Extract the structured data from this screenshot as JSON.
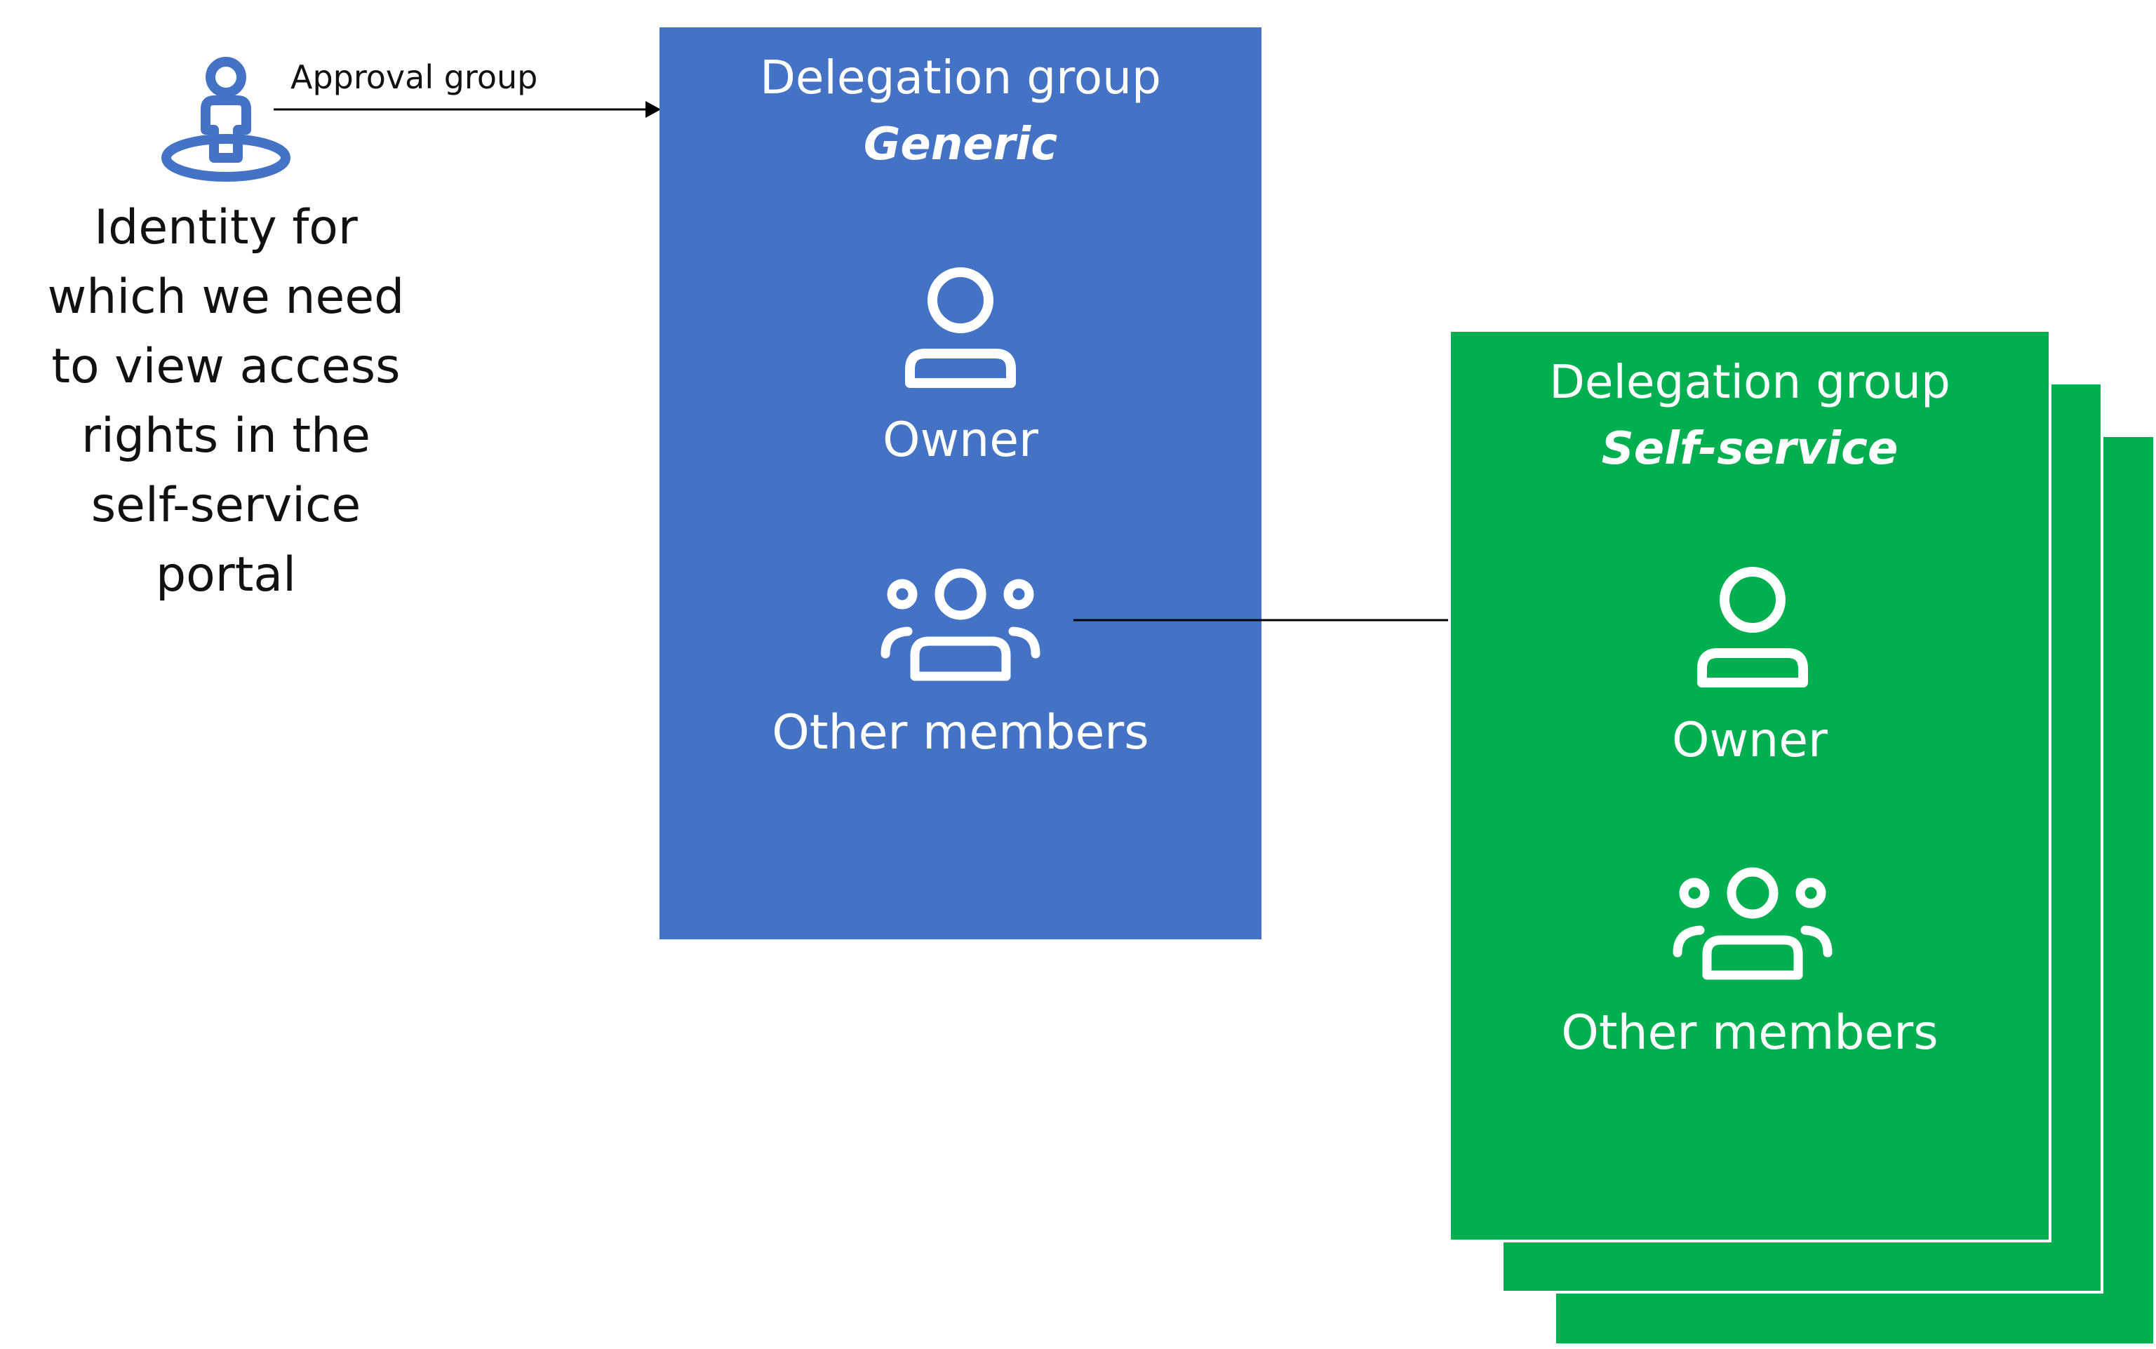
{
  "identity": {
    "icon": "person-location-icon",
    "text": "Identity for\nwhich we need\nto view access\nrights in the\nself-service\nportal"
  },
  "edges": {
    "approval_label": "Approval group"
  },
  "generic_group": {
    "title": "Delegation group",
    "subtitle": "Generic",
    "owner_label": "Owner",
    "members_label": "Other members",
    "color": "#4472C4"
  },
  "self_service_group": {
    "title": "Delegation group",
    "subtitle": "Self-service",
    "owner_label": "Owner",
    "members_label": "Other members",
    "color": "#00B050"
  },
  "colors": {
    "identity_icon": "#4472C4",
    "text": "#111111",
    "connector": "#000000"
  }
}
